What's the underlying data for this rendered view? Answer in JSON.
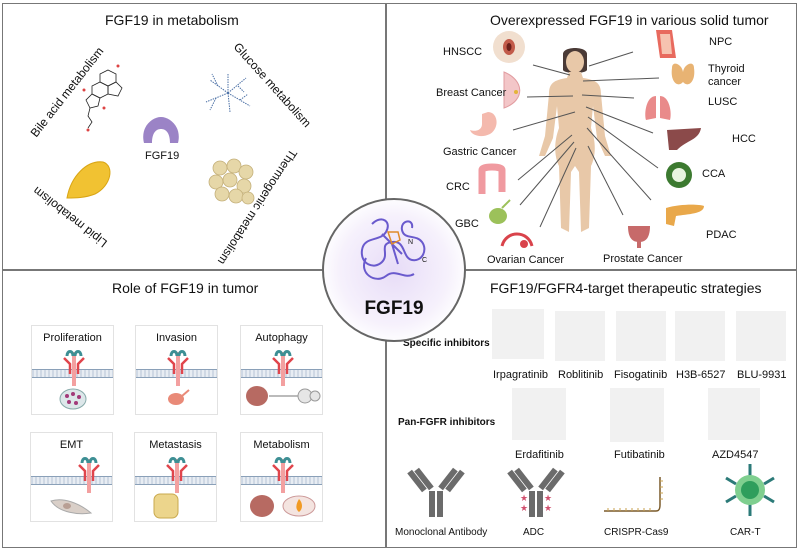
{
  "panels": {
    "metabolism": {
      "title": "FGF19 in metabolism",
      "center_label": "FGF19",
      "items": [
        "Bile acid metabolism",
        "Glucose metabolism",
        "Lipid metabolism",
        "Thermogenic metabolism"
      ]
    },
    "tumors": {
      "title": "Overexpressed FGF19 in various solid tumor",
      "left": [
        "HNSCC",
        "Breast Cancer",
        "Gastric Cancer",
        "CRC",
        "GBC",
        "Ovarian Cancer"
      ],
      "right": [
        "NPC",
        "Thyroid cancer",
        "LUSC",
        "HCC",
        "CCA",
        "PDAC"
      ],
      "bottom": [
        "Prostate Cancer"
      ]
    },
    "center": {
      "label": "FGF19",
      "n_terminus": "N",
      "c_terminus": "C"
    },
    "role": {
      "title": "Role of FGF19 in tumor",
      "cards": [
        "Proliferation",
        "Invasion",
        "Autophagy",
        "EMT",
        "Metastasis",
        "Metabolism"
      ]
    },
    "therapy": {
      "title": "FGF19/FGFR4-target therapeutic strategies",
      "specific_label": "Specific inhibitors",
      "specific": [
        "Irpagratinib",
        "Roblitinib",
        "Fisogatinib",
        "H3B-6527",
        "BLU-9931"
      ],
      "pan_label": "Pan-FGFR inhibitors",
      "pan": [
        "Erdafitinib",
        "Futibatinib",
        "AZD4547"
      ],
      "biologics": [
        "Monoclonal Antibody",
        "ADC",
        "CRISPR-Cas9",
        "CAR-T"
      ]
    }
  },
  "colors": {
    "border": "#777777",
    "protein": "#6a5acd",
    "receptor_red": "#e0454c",
    "receptor_teal": "#3d8f94",
    "antibody_gray": "#6b6b6b",
    "adc_star": "#d0506e",
    "cart_green": "#2e9e5c"
  }
}
